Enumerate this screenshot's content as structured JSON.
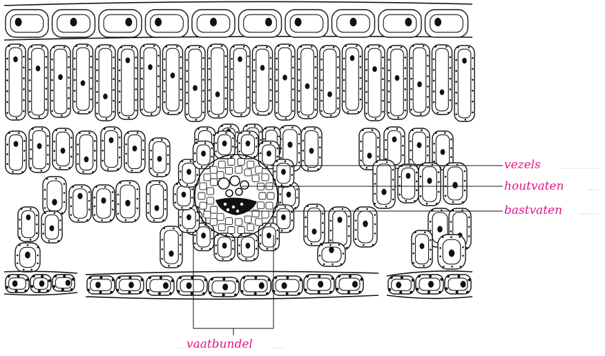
{
  "labels": {
    "vezels": "vezels",
    "houtvaten": "houtvaten",
    "bastvaten": "bastvaten",
    "vaatbundel": "vaatbundel"
  },
  "colors": {
    "label": "#e2158c",
    "ink": "#111111",
    "dots": "#9a9a9a"
  }
}
